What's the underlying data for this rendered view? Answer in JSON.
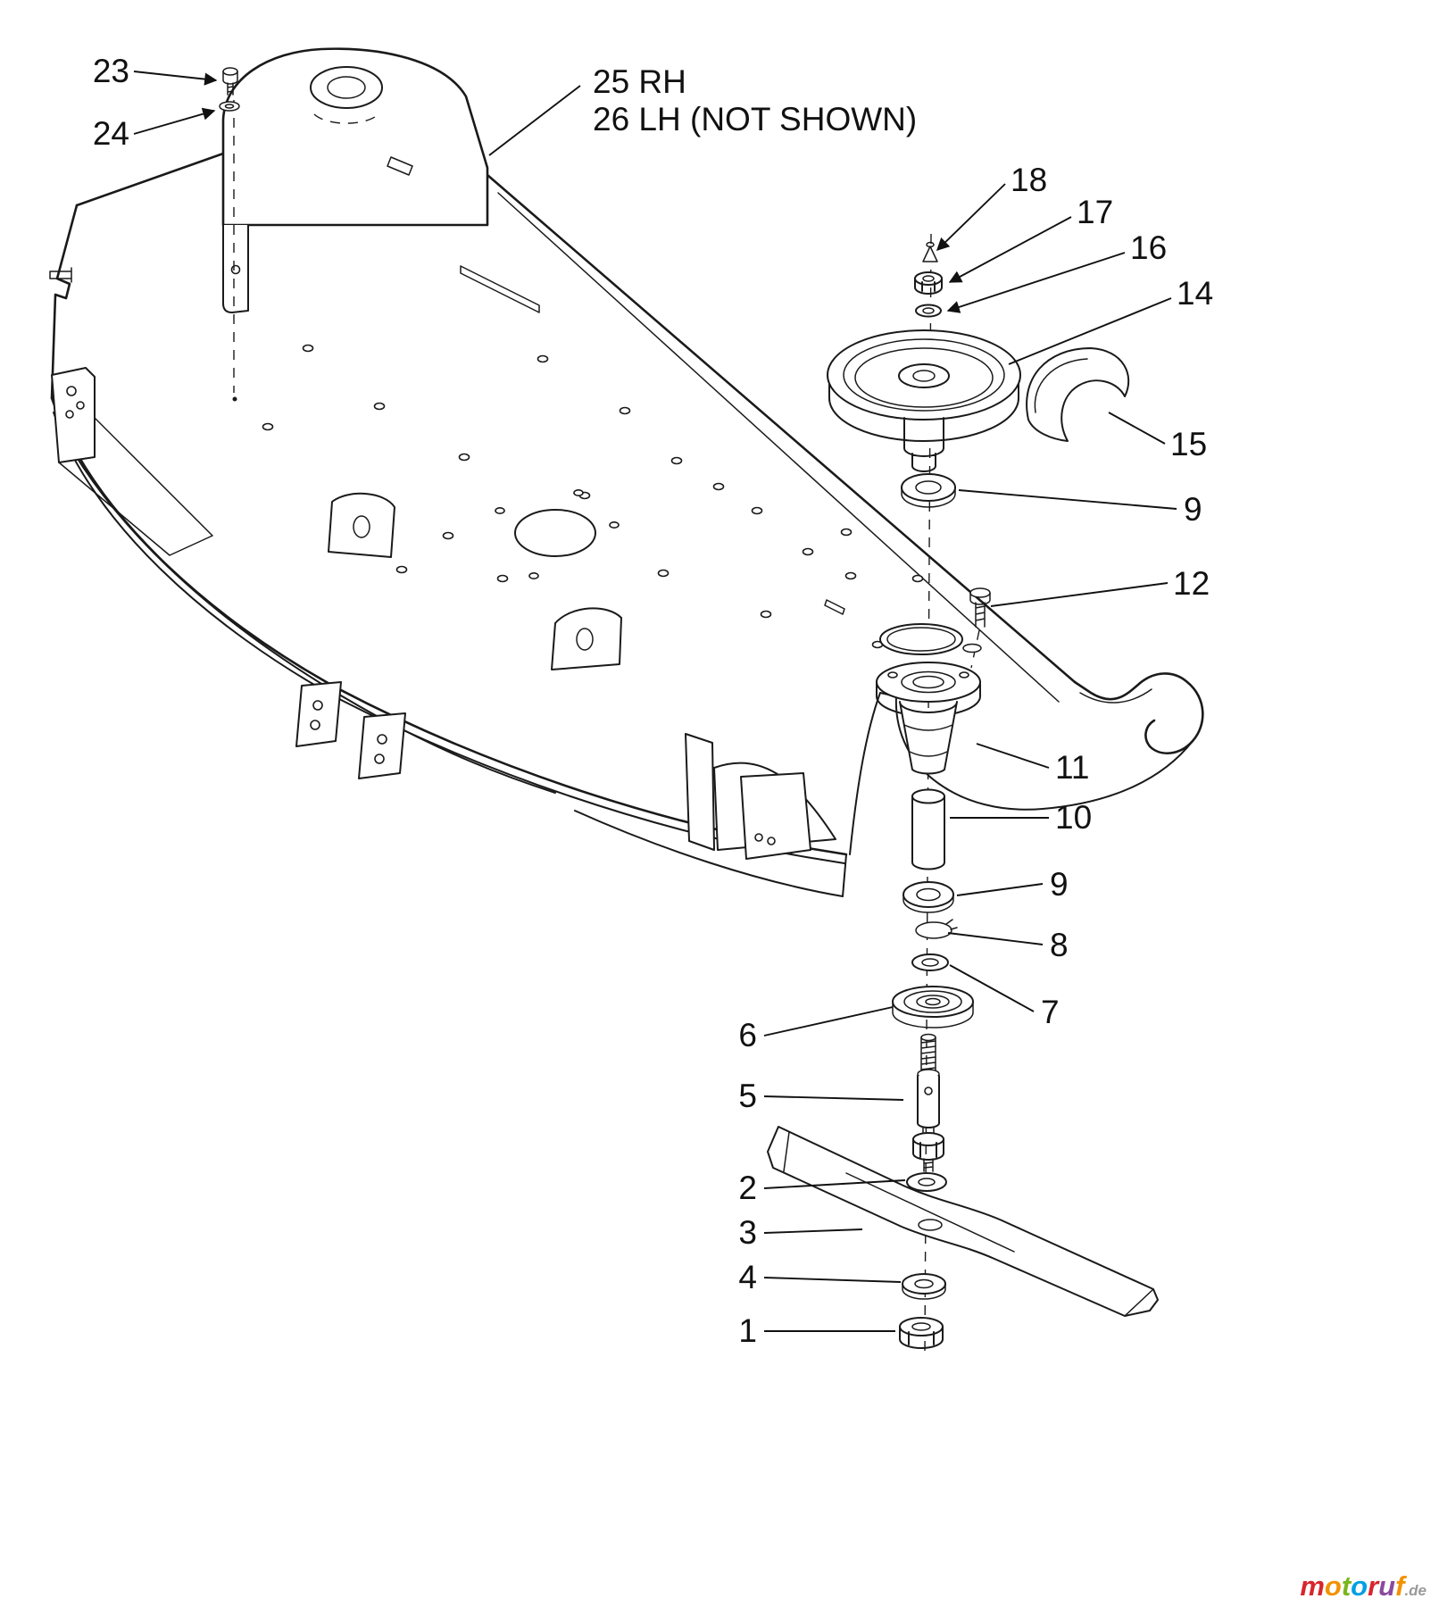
{
  "page": {
    "background": "#ffffff",
    "ink": "#1a1a1a"
  },
  "diagram": {
    "kind": "exploded-parts-diagram",
    "callouts": [
      {
        "part": "23",
        "text": "23"
      },
      {
        "part": "24",
        "text": "24"
      },
      {
        "part": "18",
        "text": "18"
      },
      {
        "part": "17",
        "text": "17"
      },
      {
        "part": "16",
        "text": "16"
      },
      {
        "part": "14",
        "text": "14"
      },
      {
        "part": "15",
        "text": "15"
      },
      {
        "part": "9-upper",
        "text": "9"
      },
      {
        "part": "12",
        "text": "12"
      },
      {
        "part": "11",
        "text": "11"
      },
      {
        "part": "10",
        "text": "10"
      },
      {
        "part": "9-lower",
        "text": "9"
      },
      {
        "part": "8",
        "text": "8"
      },
      {
        "part": "7",
        "text": "7"
      },
      {
        "part": "6",
        "text": "6"
      },
      {
        "part": "5",
        "text": "5"
      },
      {
        "part": "2",
        "text": "2"
      },
      {
        "part": "3",
        "text": "3"
      },
      {
        "part": "4",
        "text": "4"
      },
      {
        "part": "1",
        "text": "1"
      }
    ],
    "note": {
      "line1": "25 RH",
      "line2": "26 LH (NOT SHOWN)"
    }
  },
  "watermark": {
    "letters": [
      {
        "ch": "m",
        "color": "#d7262c"
      },
      {
        "ch": "o",
        "color": "#f29200"
      },
      {
        "ch": "t",
        "color": "#7ab51d"
      },
      {
        "ch": "o",
        "color": "#009fe3"
      },
      {
        "ch": "r",
        "color": "#d7262c"
      },
      {
        "ch": "u",
        "color": "#8b4a9e"
      },
      {
        "ch": "f",
        "color": "#f29200"
      }
    ],
    "suffix": {
      "text": ".de",
      "color": "#9a9a9a"
    }
  }
}
